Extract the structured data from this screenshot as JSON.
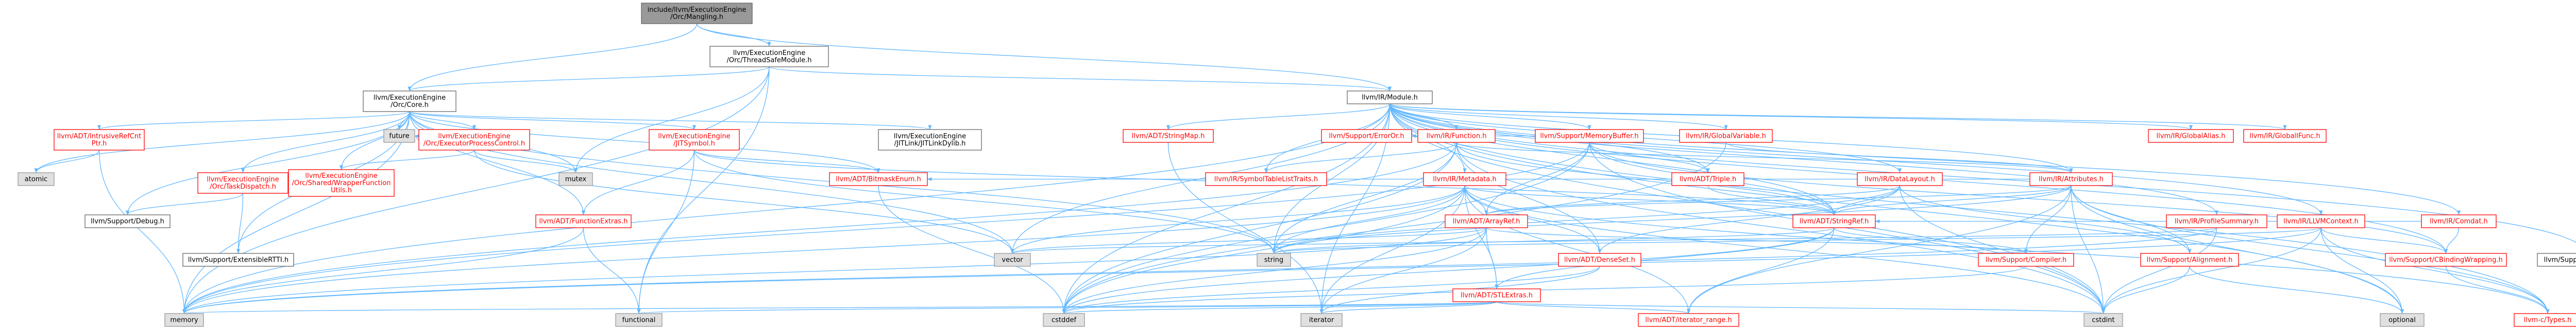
{
  "colors": {
    "root_fill": "#999999",
    "default_fill": "#ffffff",
    "leaf_fill": "#e0e0e0",
    "default_border": "#666666",
    "red_border": "#ff0000",
    "gray_border": "#999999",
    "default_text": "#000000",
    "red_text": "#ff0000",
    "edge": "#63b8ff"
  },
  "nodes": [
    {
      "id": "root",
      "lines": [
        "include/llvm/ExecutionEngine",
        "/Orc/Mangling.h"
      ],
      "style": "root"
    },
    {
      "id": "threadsafemodule",
      "lines": [
        "llvm/ExecutionEngine",
        "/Orc/ThreadSafeModule.h"
      ],
      "style": "default"
    },
    {
      "id": "orccore",
      "lines": [
        "llvm/ExecutionEngine",
        "/Orc/Core.h"
      ],
      "style": "default"
    },
    {
      "id": "irmodule",
      "lines": [
        "llvm/IR/Module.h"
      ],
      "style": "default"
    },
    {
      "id": "intrusiverefcnt",
      "lines": [
        "llvm/ADT/IntrusiveRefCnt",
        "Ptr.h"
      ],
      "style": "red"
    },
    {
      "id": "atomic",
      "lines": [
        "atomic"
      ],
      "style": "leaf"
    },
    {
      "id": "taskdispatch",
      "lines": [
        "llvm/ExecutionEngine",
        "/Orc/TaskDispatch.h"
      ],
      "style": "red"
    },
    {
      "id": "executorprocesscontrol",
      "lines": [
        "llvm/ExecutionEngine",
        "/Orc/ExecutorProcessControl.h"
      ],
      "style": "red"
    },
    {
      "id": "wrapperfunctionutils",
      "lines": [
        "llvm/ExecutionEngine",
        "/Orc/Shared/WrapperFunction",
        "Utils.h"
      ],
      "style": "red"
    },
    {
      "id": "future",
      "lines": [
        "future"
      ],
      "style": "leaf"
    },
    {
      "id": "mutex",
      "lines": [
        "mutex"
      ],
      "style": "leaf"
    },
    {
      "id": "jitsymbol",
      "lines": [
        "llvm/ExecutionEngine",
        "/JITSymbol.h"
      ],
      "style": "red"
    },
    {
      "id": "jitlinkdylib",
      "lines": [
        "llvm/ExecutionEngine",
        "/JITLink/JITLinkDylib.h"
      ],
      "style": "default"
    },
    {
      "id": "functionextras",
      "lines": [
        "llvm/ADT/FunctionExtras.h"
      ],
      "style": "red"
    },
    {
      "id": "bitmaskenum",
      "lines": [
        "llvm/ADT/BitmaskEnum.h"
      ],
      "style": "red"
    },
    {
      "id": "supportdebug",
      "lines": [
        "llvm/Support/Debug.h"
      ],
      "style": "default"
    },
    {
      "id": "extensiblertti",
      "lines": [
        "llvm/Support/ExtensibleRTTI.h"
      ],
      "style": "default"
    },
    {
      "id": "stringmap",
      "lines": [
        "llvm/ADT/StringMap.h"
      ],
      "style": "red"
    },
    {
      "id": "irfunction",
      "lines": [
        "llvm/IR/Function.h"
      ],
      "style": "red"
    },
    {
      "id": "symboltablelisttraits",
      "lines": [
        "llvm/IR/SymbolTableListTraits.h"
      ],
      "style": "red"
    },
    {
      "id": "memorybuffer",
      "lines": [
        "llvm/Support/MemoryBuffer.h"
      ],
      "style": "red"
    },
    {
      "id": "supporterroror",
      "lines": [
        "llvm/Support/ErrorOr.h"
      ],
      "style": "red"
    },
    {
      "id": "irmetadata",
      "lines": [
        "llvm/IR/Metadata.h"
      ],
      "style": "red"
    },
    {
      "id": "globalvariable",
      "lines": [
        "llvm/IR/GlobalVariable.h"
      ],
      "style": "red"
    },
    {
      "id": "adttriple",
      "lines": [
        "llvm/ADT/Triple.h"
      ],
      "style": "red"
    },
    {
      "id": "datalayout",
      "lines": [
        "llvm/IR/DataLayout.h"
      ],
      "style": "red"
    },
    {
      "id": "irattributes",
      "lines": [
        "llvm/IR/Attributes.h"
      ],
      "style": "red"
    },
    {
      "id": "globalalias",
      "lines": [
        "llvm/IR/GlobalAlias.h"
      ],
      "style": "red"
    },
    {
      "id": "globalifunc",
      "lines": [
        "llvm/IR/GlobalIFunc.h"
      ],
      "style": "red"
    },
    {
      "id": "ircomdat",
      "lines": [
        "llvm/IR/Comdat.h"
      ],
      "style": "red"
    },
    {
      "id": "profilesummary",
      "lines": [
        "llvm/IR/ProfileSummary.h"
      ],
      "style": "red"
    },
    {
      "id": "llvmcontext",
      "lines": [
        "llvm/IR/LLVMContext.h"
      ],
      "style": "red"
    },
    {
      "id": "arrayref",
      "lines": [
        "llvm/ADT/ArrayRef.h"
      ],
      "style": "red"
    },
    {
      "id": "densemap",
      "lines": [
        "llvm/ADT/DenseSet.h"
      ],
      "style": "red"
    },
    {
      "id": "stringref",
      "lines": [
        "llvm/ADT/StringRef.h"
      ],
      "style": "red"
    },
    {
      "id": "supportalignment",
      "lines": [
        "llvm/Support/Alignment.h"
      ],
      "style": "red"
    },
    {
      "id": "stlextras",
      "lines": [
        "llvm/ADT/STLExtras.h"
      ],
      "style": "red"
    },
    {
      "id": "supportcompiler",
      "lines": [
        "llvm/Support/Compiler.h"
      ],
      "style": "red"
    },
    {
      "id": "iteratorrange",
      "lines": [
        "llvm/ADT/iterator_range.h"
      ],
      "style": "red"
    },
    {
      "id": "cbindingwrapping",
      "lines": [
        "llvm/Support/CBindingWrapping.h"
      ],
      "style": "red"
    },
    {
      "id": "codegen",
      "lines": [
        "llvm/Support/CodeGen.h"
      ],
      "style": "default"
    },
    {
      "id": "ctypes",
      "lines": [
        "llvm-c/Types.h"
      ],
      "style": "red"
    },
    {
      "id": "vector",
      "lines": [
        "vector"
      ],
      "style": "leaf"
    },
    {
      "id": "string",
      "lines": [
        "string"
      ],
      "style": "leaf"
    },
    {
      "id": "memory",
      "lines": [
        "memory"
      ],
      "style": "leaf"
    },
    {
      "id": "functional",
      "lines": [
        "functional"
      ],
      "style": "leaf"
    },
    {
      "id": "cstddef",
      "lines": [
        "cstddef"
      ],
      "style": "leaf"
    },
    {
      "id": "iterator",
      "lines": [
        "iterator"
      ],
      "style": "leaf"
    },
    {
      "id": "cstdint",
      "lines": [
        "cstdint"
      ],
      "style": "leaf"
    },
    {
      "id": "optional",
      "lines": [
        "optional"
      ],
      "style": "leaf"
    }
  ],
  "edges": [
    [
      "root",
      "threadsafemodule"
    ],
    [
      "root",
      "orccore"
    ],
    [
      "root",
      "irmodule"
    ],
    [
      "threadsafemodule",
      "irmodule"
    ],
    [
      "threadsafemodule",
      "orccore"
    ],
    [
      "threadsafemodule",
      "mutex"
    ],
    [
      "threadsafemodule",
      "memory"
    ],
    [
      "threadsafemodule",
      "functional"
    ],
    [
      "orccore",
      "intrusiverefcnt"
    ],
    [
      "orccore",
      "atomic"
    ],
    [
      "orccore",
      "taskdispatch"
    ],
    [
      "orccore",
      "executorprocesscontrol"
    ],
    [
      "orccore",
      "wrapperfunctionutils"
    ],
    [
      "orccore",
      "future"
    ],
    [
      "orccore",
      "mutex"
    ],
    [
      "orccore",
      "jitsymbol"
    ],
    [
      "orccore",
      "jitlinkdylib"
    ],
    [
      "orccore",
      "functionextras"
    ],
    [
      "orccore",
      "bitmaskenum"
    ],
    [
      "orccore",
      "supportdebug"
    ],
    [
      "orccore",
      "extensiblertti"
    ],
    [
      "orccore",
      "vector"
    ],
    [
      "orccore",
      "string"
    ],
    [
      "orccore",
      "memory"
    ],
    [
      "intrusiverefcnt",
      "atomic"
    ],
    [
      "intrusiverefcnt",
      "memory"
    ],
    [
      "taskdispatch",
      "supportdebug"
    ],
    [
      "taskdispatch",
      "extensiblertti"
    ],
    [
      "executorprocesscontrol",
      "wrapperfunctionutils"
    ],
    [
      "executorprocesscontrol",
      "future"
    ],
    [
      "executorprocesscontrol",
      "mutex"
    ],
    [
      "executorprocesscontrol",
      "vector"
    ],
    [
      "jitsymbol",
      "functionextras"
    ],
    [
      "jitsymbol",
      "bitmaskenum"
    ],
    [
      "jitsymbol",
      "stringref"
    ],
    [
      "jitsymbol",
      "functional"
    ],
    [
      "jitsymbol",
      "string"
    ],
    [
      "functionextras",
      "memory"
    ],
    [
      "bitmaskenum",
      "cstddef"
    ],
    [
      "irmodule",
      "stringmap"
    ],
    [
      "irmodule",
      "irfunction"
    ],
    [
      "irmodule",
      "symboltablelisttraits"
    ],
    [
      "irmodule",
      "memorybuffer"
    ],
    [
      "irmodule",
      "globalvariable"
    ],
    [
      "irmodule",
      "adttriple"
    ],
    [
      "irmodule",
      "datalayout"
    ],
    [
      "irmodule",
      "irattributes"
    ],
    [
      "irmodule",
      "globalalias"
    ],
    [
      "irmodule",
      "globalifunc"
    ],
    [
      "irmodule",
      "ircomdat"
    ],
    [
      "irmodule",
      "profilesummary"
    ],
    [
      "irmodule",
      "llvmcontext"
    ],
    [
      "irmodule",
      "irmetadata"
    ],
    [
      "irmodule",
      "stringref"
    ],
    [
      "irmodule",
      "ctypes"
    ],
    [
      "irmodule",
      "cbindingwrapping"
    ],
    [
      "irmodule",
      "codegen"
    ],
    [
      "irmodule",
      "cstddef"
    ],
    [
      "irmodule",
      "cstdint"
    ],
    [
      "irmodule",
      "iterator"
    ],
    [
      "irmodule",
      "memory"
    ],
    [
      "irmodule",
      "optional"
    ],
    [
      "irmodule",
      "string"
    ],
    [
      "irmodule",
      "vector"
    ],
    [
      "stringmap",
      "iterator"
    ],
    [
      "irfunction",
      "symboltablelisttraits"
    ],
    [
      "irfunction",
      "irattributes"
    ],
    [
      "irfunction",
      "densemap"
    ],
    [
      "irfunction",
      "stringref"
    ],
    [
      "irfunction",
      "cstddef"
    ],
    [
      "irfunction",
      "cstdint"
    ],
    [
      "irfunction",
      "memory"
    ],
    [
      "irfunction",
      "string"
    ],
    [
      "memorybuffer",
      "supporterroror"
    ],
    [
      "memorybuffer",
      "arrayref"
    ],
    [
      "memorybuffer",
      "stringref"
    ],
    [
      "memorybuffer",
      "adttriple"
    ],
    [
      "memorybuffer",
      "cbindingwrapping"
    ],
    [
      "memorybuffer",
      "cstddef"
    ],
    [
      "memorybuffer",
      "cstdint"
    ],
    [
      "memorybuffer",
      "memory"
    ],
    [
      "irmetadata",
      "arrayref"
    ],
    [
      "irmetadata",
      "densemap"
    ],
    [
      "irmetadata",
      "stlextras"
    ],
    [
      "irmetadata",
      "stringref"
    ],
    [
      "irmetadata",
      "iteratorrange"
    ],
    [
      "irmetadata",
      "cstddef"
    ],
    [
      "irmetadata",
      "cstdint"
    ],
    [
      "irmetadata",
      "iterator"
    ],
    [
      "irmetadata",
      "memory"
    ],
    [
      "irmetadata",
      "string"
    ],
    [
      "irmetadata",
      "vector"
    ],
    [
      "irmetadata",
      "ctypes"
    ],
    [
      "globalvariable",
      "irattributes"
    ],
    [
      "globalvariable",
      "cstddef"
    ],
    [
      "adttriple",
      "stringref"
    ],
    [
      "datalayout",
      "arrayref"
    ],
    [
      "datalayout",
      "stringref"
    ],
    [
      "datalayout",
      "supportalignment"
    ],
    [
      "datalayout",
      "cstdint"
    ],
    [
      "datalayout",
      "string"
    ],
    [
      "datalayout",
      "densemap"
    ],
    [
      "irattributes",
      "arrayref"
    ],
    [
      "irattributes",
      "stringref"
    ],
    [
      "irattributes",
      "supportalignment"
    ],
    [
      "irattributes",
      "supportcompiler"
    ],
    [
      "irattributes",
      "ctypes"
    ],
    [
      "irattributes",
      "iteratorrange"
    ],
    [
      "irattributes",
      "optional"
    ],
    [
      "irattributes",
      "cstdint"
    ],
    [
      "irattributes",
      "string"
    ],
    [
      "irattributes",
      "bitmaskenum"
    ],
    [
      "ircomdat",
      "cbindingwrapping"
    ],
    [
      "ircomdat",
      "stringref"
    ],
    [
      "profilesummary",
      "cstdint"
    ],
    [
      "profilesummary",
      "vector"
    ],
    [
      "profilesummary",
      "memory"
    ],
    [
      "llvmcontext",
      "cbindingwrapping"
    ],
    [
      "llvmcontext",
      "ctypes"
    ],
    [
      "llvmcontext",
      "optional"
    ],
    [
      "llvmcontext",
      "cstdint"
    ],
    [
      "llvmcontext",
      "memory"
    ],
    [
      "llvmcontext",
      "string"
    ],
    [
      "arrayref",
      "stlextras"
    ],
    [
      "arrayref",
      "supportcompiler"
    ],
    [
      "arrayref",
      "cstddef"
    ],
    [
      "arrayref",
      "iterator"
    ],
    [
      "arrayref",
      "memory"
    ],
    [
      "arrayref",
      "vector"
    ],
    [
      "densemap",
      "cstddef"
    ],
    [
      "densemap",
      "iterator"
    ],
    [
      "stringref",
      "stlextras"
    ],
    [
      "stringref",
      "supportcompiler"
    ],
    [
      "stringref",
      "iteratorrange"
    ],
    [
      "stringref",
      "cstddef"
    ],
    [
      "stringref",
      "string"
    ],
    [
      "supportalignment",
      "cstdint"
    ],
    [
      "supportalignment",
      "optional"
    ],
    [
      "stlextras",
      "iteratorrange"
    ],
    [
      "stlextras",
      "cstddef"
    ],
    [
      "stlextras",
      "cstdint"
    ],
    [
      "stlextras",
      "functional"
    ],
    [
      "stlextras",
      "iterator"
    ],
    [
      "stlextras",
      "memory"
    ],
    [
      "supportcompiler",
      "cstddef"
    ],
    [
      "cbindingwrapping",
      "ctypes"
    ],
    [
      "functionextras",
      "functional"
    ]
  ]
}
